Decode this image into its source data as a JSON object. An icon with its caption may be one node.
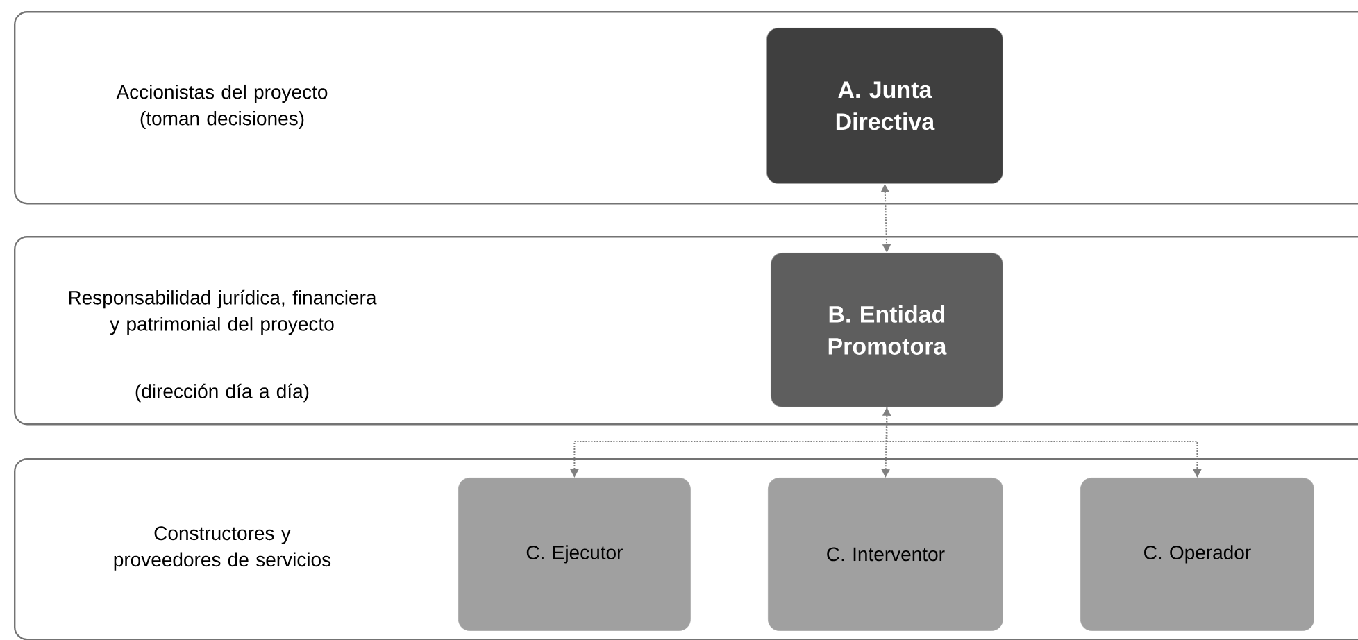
{
  "diagram": {
    "nodes": [
      {
        "text": [
          "Accionistas del proyecto (toman decisiones)"
        ]
      },
      {
        "text": [
          "A. Junta Directiva"
        ],
        "in": 0
      },
      {
        "text": [
          "Responsabilidad jurídica, financiera y patrimonial del proyecto",
          "(dirección día a día)"
        ]
      },
      {
        "text": [
          "B. Entidad Promotora"
        ],
        "in": 2
      },
      {
        "text": [
          "Constructores y proveedores de servicios"
        ]
      },
      {
        "text": [
          "C. Ejecutor"
        ],
        "in": 4
      },
      {
        "text": [
          "C. Interventor"
        ],
        "in": 4
      },
      {
        "text": [
          "C. Operador"
        ],
        "in": 4
      }
    ],
    "edges": [
      {
        "from": 1,
        "to": 3,
        "arrow": "both",
        "style": "dashed"
      },
      {
        "from": 3,
        "to": 5,
        "arrow": "to",
        "style": "dashed"
      },
      {
        "from": 3,
        "to": 6,
        "arrow": "both",
        "style": "dashed"
      },
      {
        "from": 3,
        "to": 7,
        "arrow": "to",
        "style": "dashed"
      }
    ]
  }
}
